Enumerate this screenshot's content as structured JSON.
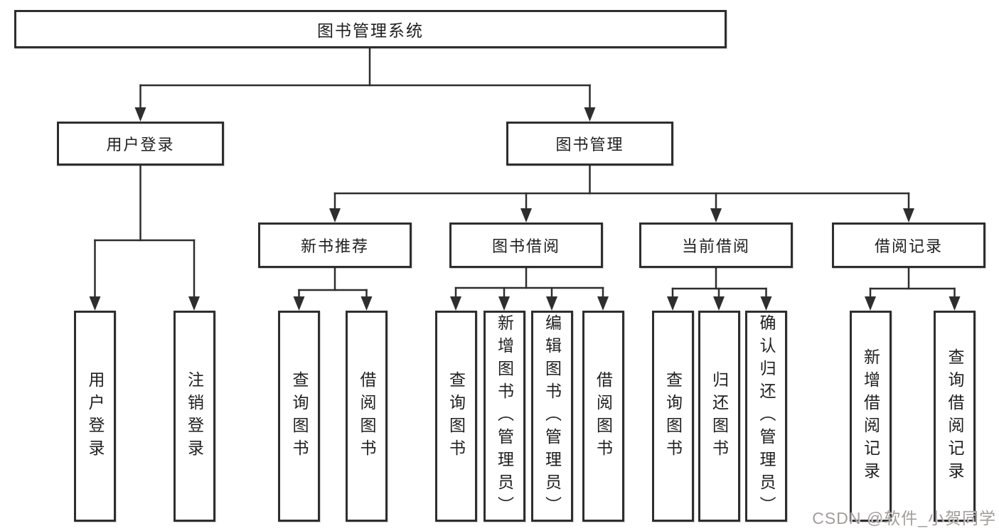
{
  "title": {
    "root": "图书管理系统"
  },
  "branches": {
    "user": {
      "label": "用户登录",
      "leaves": [
        "用户登录",
        "注销登录"
      ]
    },
    "book": {
      "label": "图书管理",
      "groups": [
        {
          "label": "新书推荐",
          "leaves": [
            "查询图书",
            "借阅图书"
          ]
        },
        {
          "label": "图书借阅",
          "leaves": [
            "查询图书",
            "新增图书（管理员）",
            "编辑图书（管理员）",
            "借阅图书"
          ]
        },
        {
          "label": "当前借阅",
          "leaves": [
            "查询图书",
            "归还图书",
            "确认归还（管理员）"
          ]
        },
        {
          "label": "借阅记录",
          "leaves": [
            "新增借阅记录",
            "查询借阅记录"
          ]
        }
      ]
    }
  },
  "watermark": "CSDN @软件_小贺同学",
  "colors": {
    "line": "#2e2e2e",
    "box_border": "#2e2e2e",
    "box_fill": "#ffffff",
    "text": "#1f1f1f",
    "watermark": "#a39c9c"
  }
}
